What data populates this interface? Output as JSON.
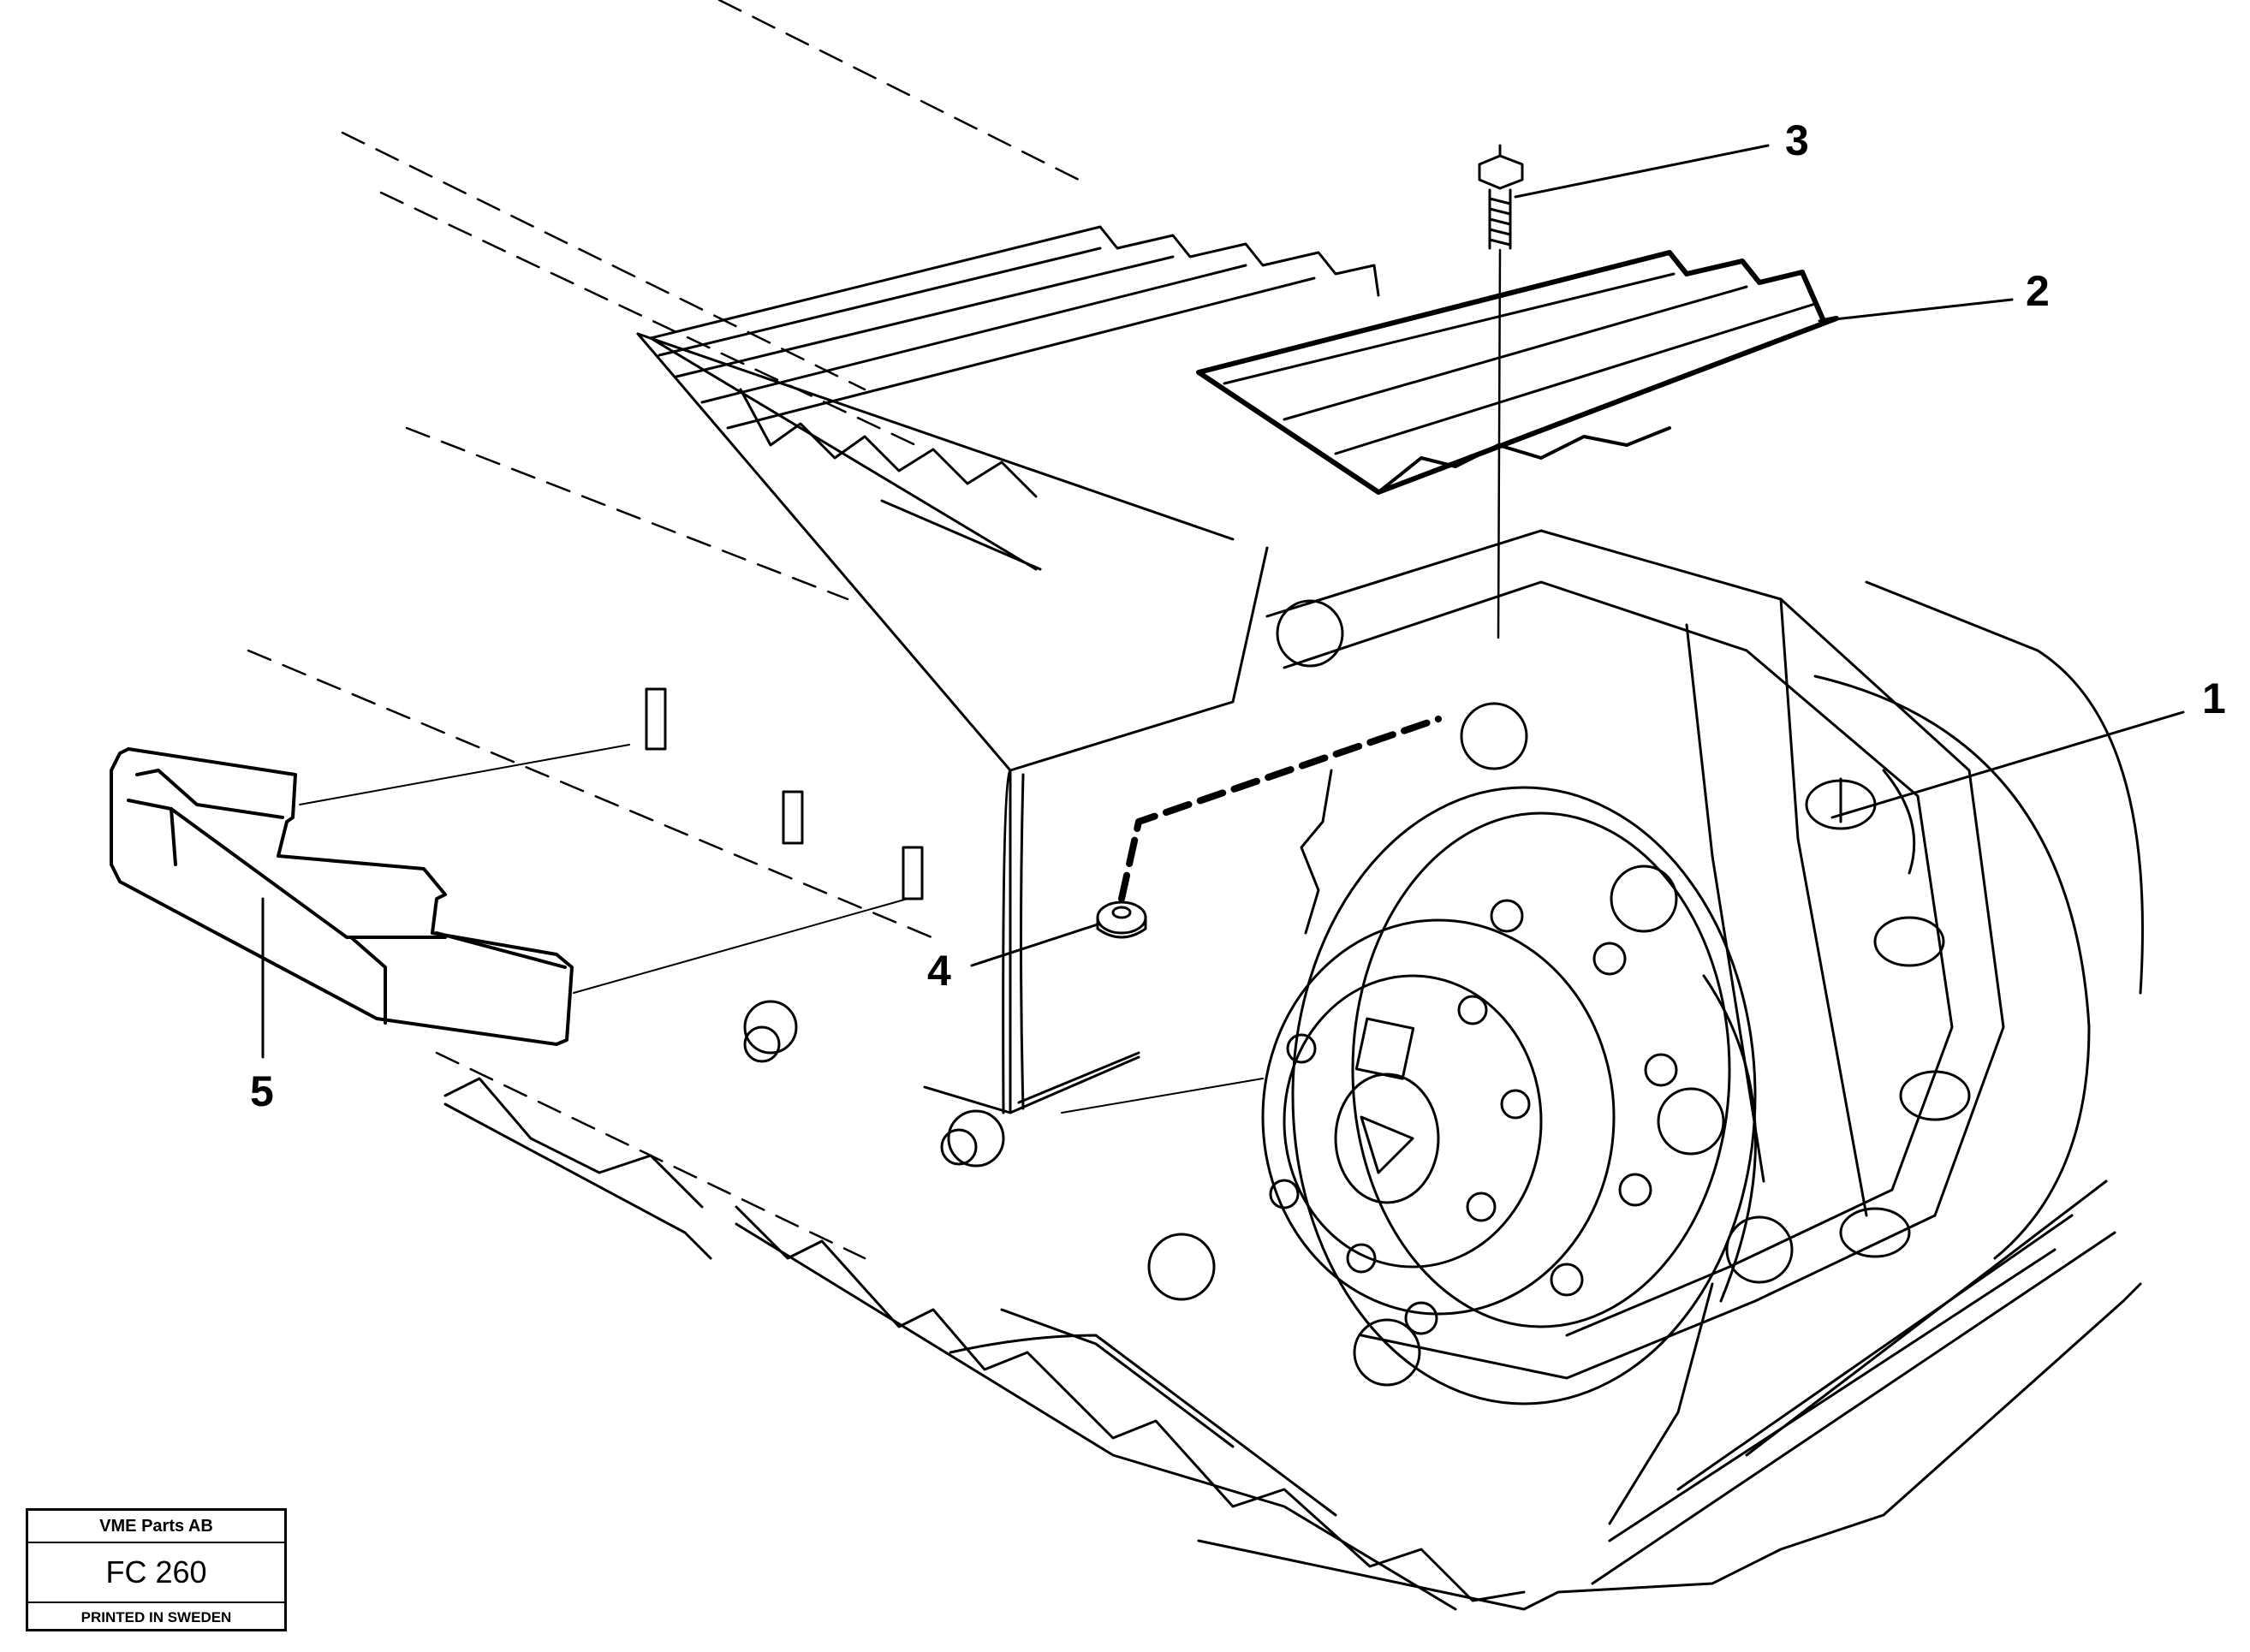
{
  "diagram": {
    "callouts": [
      {
        "id": "1",
        "label": "1"
      },
      {
        "id": "2",
        "label": "2"
      },
      {
        "id": "3",
        "label": "3"
      },
      {
        "id": "4",
        "label": "4"
      },
      {
        "id": "5",
        "label": "5"
      }
    ]
  },
  "stamp": {
    "company": "VME Parts AB",
    "code": "FC 260",
    "printed": "PRINTED IN SWEDEN"
  }
}
